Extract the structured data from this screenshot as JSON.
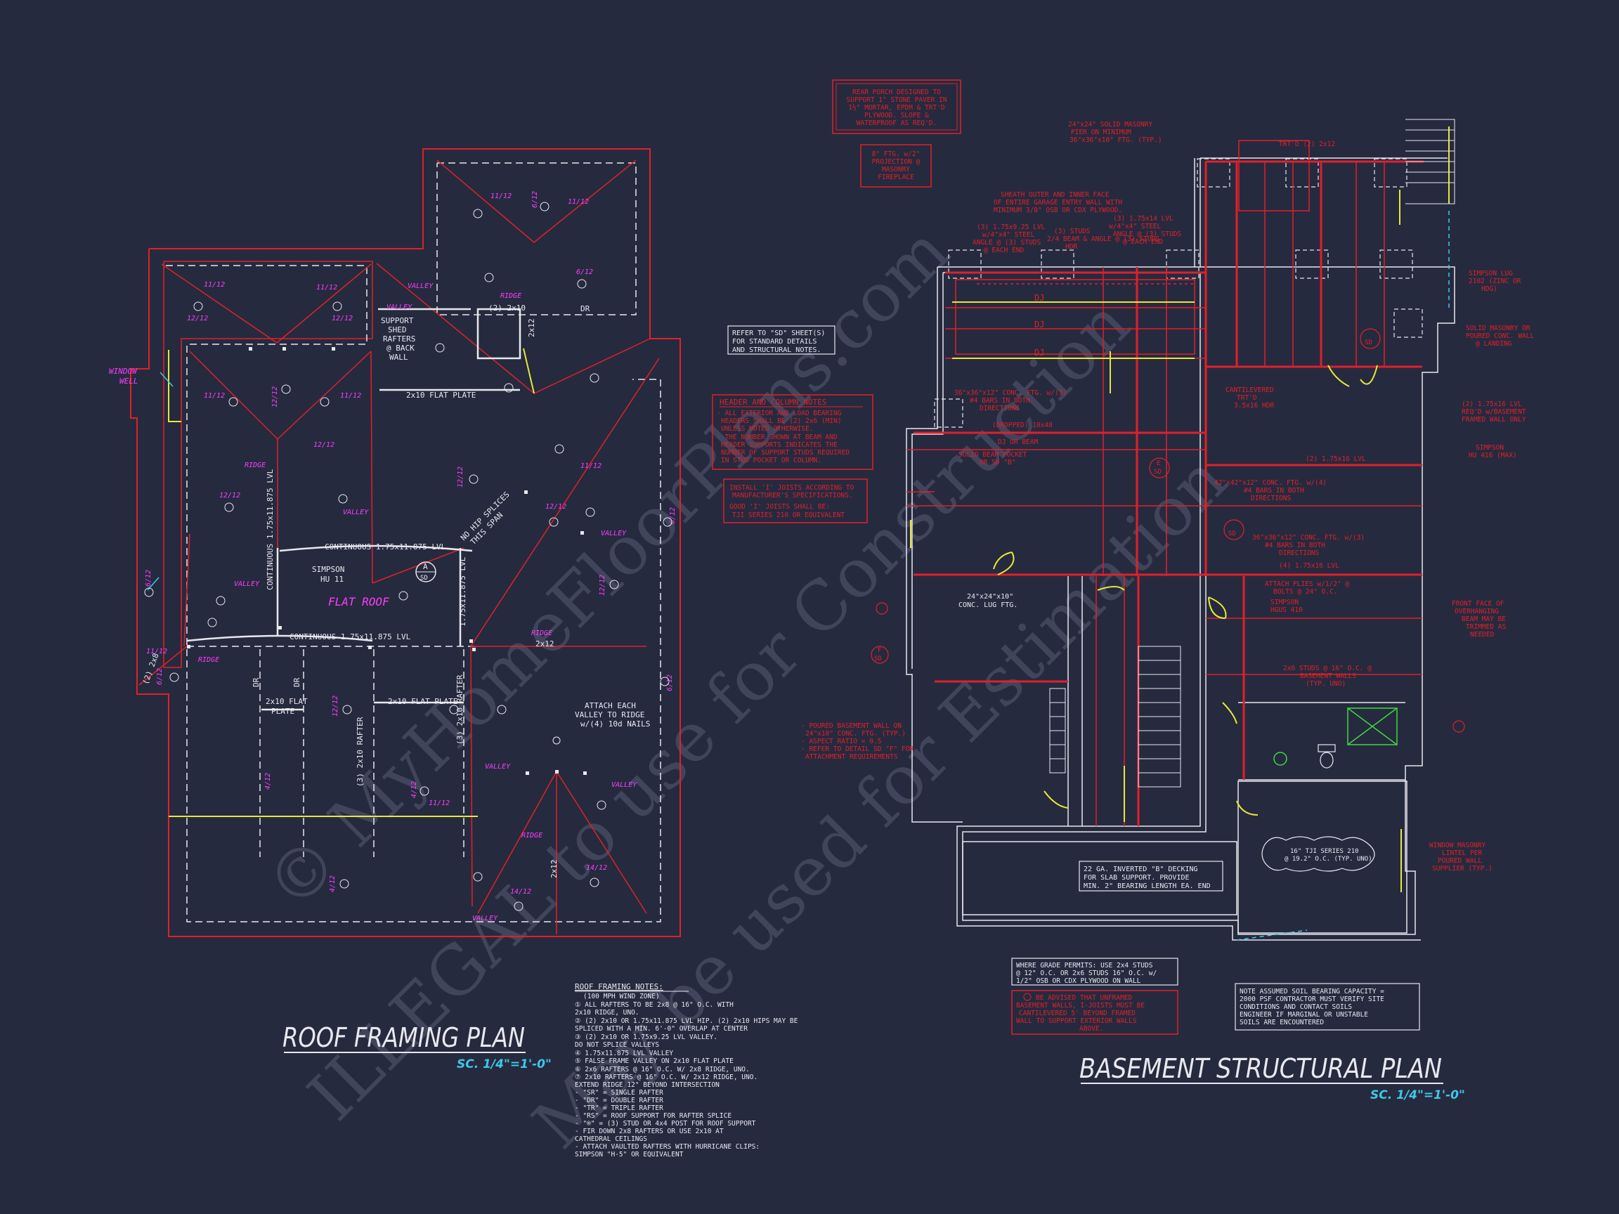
{
  "colors": {
    "background": "#262a3f",
    "line_red": "#e0202a",
    "line_white": "#e8e8ee",
    "line_magenta": "#ff3cff",
    "line_cyan": "#3ec8e8",
    "line_yellow": "#e8e838",
    "line_green": "#40d840",
    "watermark": "#4a4e66"
  },
  "watermark": {
    "line1": "© MyHomeFloorPlans.com",
    "line2": "ILLEGAL to use for Construction",
    "line3": "May be used for Estimation"
  },
  "roof": {
    "title": "ROOF FRAMING PLAN",
    "scale": "SC. 1/4\"=1'-0\"",
    "labels": {
      "window_well": [
        "WINDOW",
        "WELL"
      ],
      "support_shed": [
        "SUPPORT",
        "SHED",
        "RAFTERS",
        "@ BACK",
        "WALL"
      ],
      "flat_plate_top": "2x10 FLAT PLATE",
      "continuous_upper": "CONTINUOUS 1.75x11.875 LVL",
      "continuous_lower": "CONTINUOUS 1.75x11.875 LVL",
      "lvl_vertical_left": "CONTINUOUS 1.75x11.875 LVL",
      "lvl_vertical_right": "1.75x11.875 LVL",
      "simpson": [
        "SIMPSON",
        "HU 11"
      ],
      "flat_roof": "FLAT ROOF",
      "no_hip_splices": [
        "NO HIP SPLICES",
        "THIS SPAN"
      ],
      "flat_plate_mid": "2x10 FLAT PLATE",
      "flat_plate_left": [
        "2x10 FLAT",
        "PLATE"
      ],
      "rafter_left": "(3) 2x10 RAFTER",
      "rafter_right": "(3) 2x10 RAFTER",
      "attach_each": [
        "ATTACH EACH",
        "VALLEY TO RIDGE",
        "w/(4) 10d NAILS"
      ],
      "dr": "DR",
      "tw_2x10": "(2) 2x10",
      "x2x12": "2x12",
      "x2x8": "(2) 2x8",
      "detail_a": "A",
      "detail_sd": "SD"
    },
    "pitches": [
      "12/12",
      "6/12",
      "4/12",
      "14/12",
      "11/12"
    ],
    "magenta_words": [
      "VALLEY",
      "RIDGE",
      "11/12",
      "12/12",
      "6/12",
      "4/12",
      "14/12"
    ],
    "notes_title": "ROOF FRAMING NOTES:",
    "notes": [
      "(100 MPH WIND ZONE)",
      "① ALL RAFTERS TO BE 2x8 @ 16\" O.C. WITH",
      "   2x10 RIDGE, UNO.",
      "② (2) 2x10 OR 1.75x11.875 LVL HIP. (2) 2x10 HIPS MAY BE",
      "   SPLICED WITH A MIN. 6'-0\" OVERLAP AT CENTER",
      "③ (2) 2x10 OR 1.75x9.25 LVL VALLEY.",
      "   DO NOT SPLICE VALLEYS",
      "④ 1.75x11.875 LVL VALLEY",
      "⑤ FALSE FRAME VALLEY ON 2x10 FLAT PLATE",
      "⑥ 2x6 RAFTERS @ 16\" O.C. W/ 2x8 RIDGE, UNO.",
      "⑦ 2x10 RAFTERS @ 16\" O.C. W/ 2x12 RIDGE, UNO.",
      "   EXTEND RIDGE 12\" BEYOND INTERSECTION",
      " - \"SR\" = SINGLE RAFTER",
      " - \"DR\" = DOUBLE RAFTER",
      " - \"TR\" = TRIPLE RAFTER",
      " - \"RS\" = ROOF SUPPORT FOR RAFTER SPLICE",
      " - \"®\" = (3) STUD OR 4x4 POST FOR ROOF SUPPORT",
      " - FIR DOWN 2x8 RAFTERS OR USE 2x10 AT",
      "   CATHEDRAL CEILINGS",
      " - ATTACH VAULTED RAFTERS WITH HURRICANE CLIPS:",
      "   SIMPSON \"H-5\" OR EQUIVALENT"
    ]
  },
  "basement": {
    "title": "BASEMENT STRUCTURAL PLAN",
    "scale": "SC. 1/4\"=1'-0\"",
    "rear_porch": [
      "REAR PORCH DESIGNED TO",
      "SUPPORT 1\" STONE PAVER IN",
      "1½\" MORTAR, EPDM & TRT'D",
      "PLYWOOD. SLOPE &",
      "WATERPROOF AS REQ'D."
    ],
    "fireplace": [
      "8\" FTG. w/2\"",
      "PROJECTION @",
      "MASONRY",
      "FIREPLACE"
    ],
    "refer_sd": [
      "REFER TO \"SD\" SHEET(S)",
      "FOR STANDARD DETAILS",
      "AND STRUCTURAL NOTES."
    ],
    "header_notes_title": "HEADER AND COLUMN NOTES",
    "header_notes": [
      "- ALL EXTERIOR AND LOAD BEARING",
      "HEADERS SHALL BE (2) 2x6 (MIN)",
      "UNLESS NOTED OTHERWISE.",
      "- THE NUMBER SHOWN AT BEAM AND",
      "HEADER SUPPORTS INDICATES THE",
      "NUMBER OF SUPPORT STUDS REQUIRED",
      "IN STUD POCKET OR COLUMN."
    ],
    "joist_notes": [
      "INSTALL 'I' JOISTS ACCORDING TO",
      "MANUFACTURER'S SPECIFICATIONS.",
      "GOOD 'I' JOISTS SHALL BE:",
      "TJI SERIES 210 OR EQUIVALENT"
    ],
    "pier_top": [
      "24\"x24\" SOLID MASONRY",
      "PIER ON MINIMUM",
      "36\"x36\"x10\" FTG. (TYP.)"
    ],
    "sheath": [
      "SHEATH OUTER AND INNER FACE",
      "OF ENTIRE GARAGE ENTRY WALL WITH",
      "MINIMUM 3/8\" OSB OR CDX PLYWOOD."
    ],
    "lvl_notes": [
      "(3) 1.75x9.25 LVL",
      "w/4\"x4\" STEEL",
      "ANGLE @ (3) STUDS",
      "@ EACH END"
    ],
    "stud_notes": [
      "(3) STUDS",
      "2/4 BEAM & ANGLE @ (3) STUDS",
      "HDR"
    ],
    "lvl_far": [
      "(3) 1.75x14 LVL",
      "w/4\"x4\" STEEL",
      "ANGLE @ (3) STUDS",
      "@ EACH END"
    ],
    "trt": "TRT'D (2) 2x12",
    "simpson_lug": [
      "SIMPSON LUG",
      "2102 (ZINC OR",
      "HDG)"
    ],
    "solid_masonry": [
      "SOLID MASONRY OR",
      "POURED CONC. WALL",
      "@ LANDING"
    ],
    "lvl_req": [
      "(2) 1.75x16 LVL",
      "REQ'D w/BASEMENT",
      "FRAMED WALL ONLY"
    ],
    "simpson_hu": [
      "SIMPSON",
      "HU 416 (MAX)"
    ],
    "ftg_36": [
      "36\"x36\"x12\" CONC. FTG. w/(3)",
      "#4 BARS IN BOTH",
      "DIRECTIONS"
    ],
    "dropped": "(DROPPED) 10x48",
    "dj_beam": "DJ OR BEAM",
    "solid_beam": [
      "SOLID BEAM POCKET",
      "OR SD \"B\""
    ],
    "cantilevered": [
      "CANTILEVERED",
      "TRT'D",
      "3.5x16 HDR"
    ],
    "ftg_42": [
      "42\"x42\"x12\" CONC. FTG. w/(4)",
      "#4 BARS IN BOTH",
      "DIRECTIONS"
    ],
    "ftg_36b": [
      "36\"x36\"x12\" CONC. FTG. w/(3)",
      "#4 BARS IN BOTH",
      "DIRECTIONS"
    ],
    "lvl_14": "(4) 1.75x16 LVL",
    "lvl_12": "(2) 1.75x16 LVL",
    "attach_plies": [
      "ATTACH PLIES w/1/2\" @",
      "BOLTS @ 24\" O.C."
    ],
    "simpson_hgus": [
      "SIMPSON",
      "HGUS 410"
    ],
    "front_face": [
      "FRONT FACE OF",
      "OVERHANGING",
      "BEAM MAY BE",
      "TRIMMED AS",
      "NEEDED"
    ],
    "studs_2x6": [
      "2x6 STUDS @ 16\" O.C. @",
      "BASEMENT WALLS",
      "(TYP. UNO)"
    ],
    "lug_ftg": [
      "24\"x24\"x10\"",
      "CONC. LUG FTG."
    ],
    "dj_label": "DJ",
    "poured_wall": [
      "- POURED BASEMENT WALL ON",
      "24\"x10\" CONC. FTG. (TYP.)",
      "- ASPECT RATIO = 0.5",
      "- REFER TO DETAIL SD \"F\" FOR",
      "ATTACHMENT REQUIREMENTS"
    ],
    "tji_note": [
      "16\" TJI SERIES 210",
      "@ 19.2\" O.C. (TYP. UNO)"
    ],
    "window_lintel": [
      "WINDOW MASONRY",
      "LINTEL PER",
      "POURED WALL",
      "SUPPLIER (TYP.)"
    ],
    "decking": [
      "22 GA. INVERTED \"B\" DECKING",
      "FOR SLAB SUPPORT. PROVIDE",
      "MIN. 2\" BEARING LENGTH EA. END"
    ],
    "grade_permits": [
      "WHERE GRADE PERMITS: USE 2x4 STUDS",
      "@ 12\" O.C. OR 2x6 STUDS 16\" O.C. w/",
      "1/2\" OSB OR CDX PLYWOOD ON WALL"
    ],
    "be_advised": [
      "BE ADVISED THAT UNFRAMED",
      "BASEMENT WALLS, I-JOISTS MUST BE",
      "CANTILEVERED 5' BEYOND FRAMED",
      "WALL TO SUPPORT EXTERIOR WALLS",
      "ABOVE."
    ],
    "soil_note": [
      "NOTE ASSUMED SOIL BEARING CAPACITY =",
      "2000 PSF CONTRACTOR MUST VERIFY SITE",
      "CONDITIONS AND CONTACT SOILS",
      "ENGINEER IF MARGINAL OR UNSTABLE",
      "SOILS ARE ENCOUNTERED"
    ],
    "marker_sd": "SD",
    "marker_f": "F",
    "marker_e": "E"
  }
}
